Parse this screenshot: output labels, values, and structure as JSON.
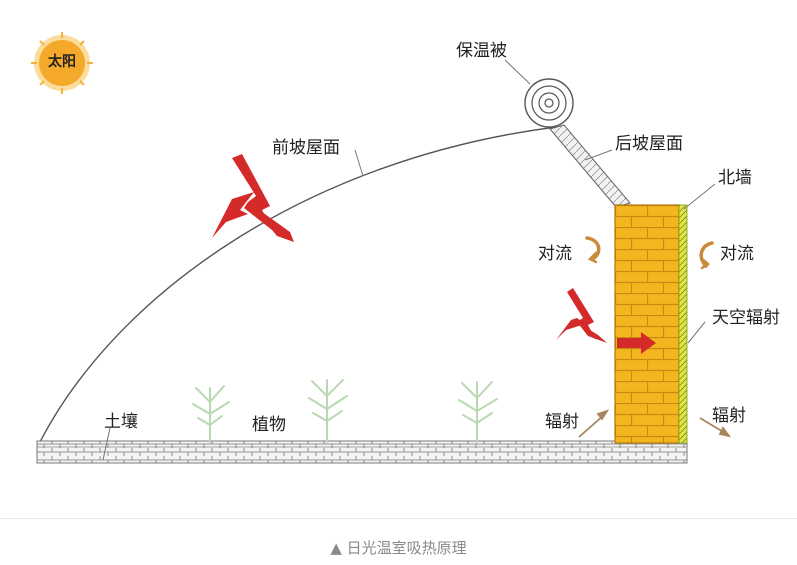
{
  "labels": {
    "sun": "太阳",
    "quilt": "保温被",
    "front_roof": "前坡屋面",
    "back_roof": "后坡屋面",
    "north_wall": "北墙",
    "convection_left": "对流",
    "convection_right": "对流",
    "sky_radiation": "天空辐射",
    "radiation_left": "辐射",
    "radiation_right": "辐射",
    "soil": "土壤",
    "plants": "植物"
  },
  "caption": "▲ 日光温室吸热原理",
  "colors": {
    "sun": "#f4a92a",
    "sun_rays": "#f7c04a",
    "wall": "#f3b61f",
    "wall_mortar": "#c98a12",
    "arrow": "#d42a2a",
    "convection_arrow": "#c98a3a",
    "plant": "#b9d8b2",
    "insulation": "#c8d93a"
  }
}
